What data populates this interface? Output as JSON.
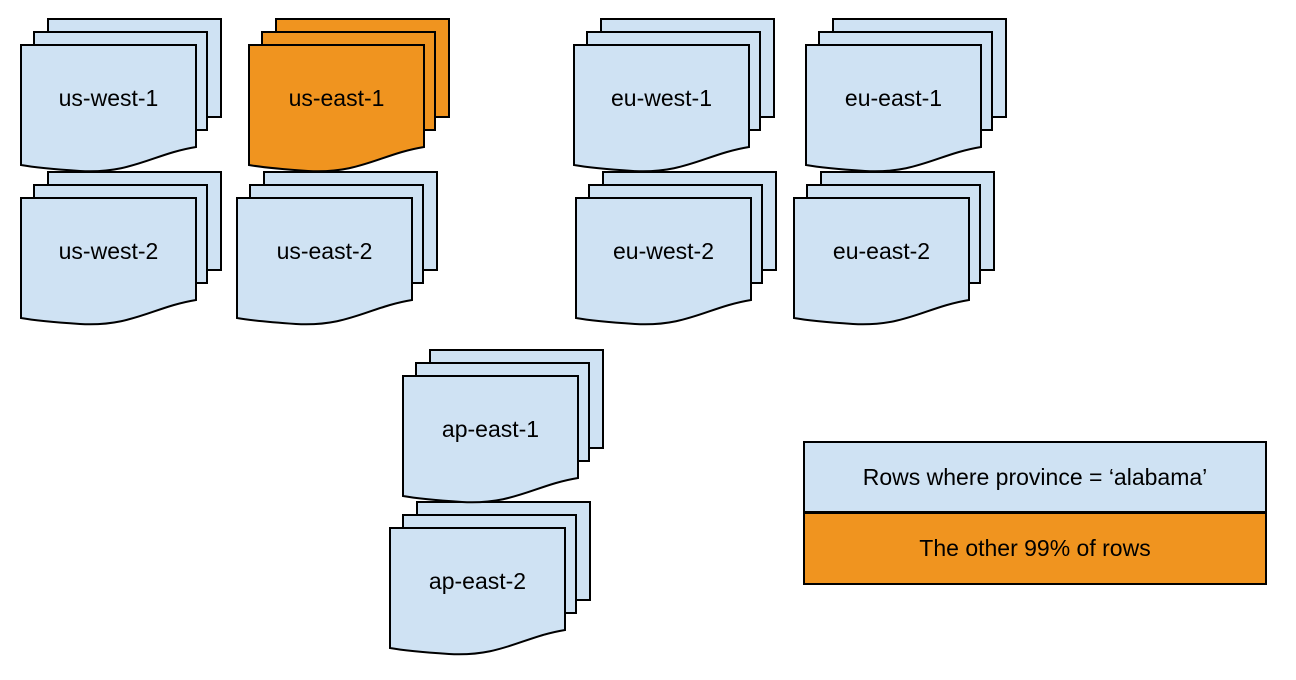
{
  "stacks": [
    {
      "label": "us-west-1",
      "color": "#cfe2f3",
      "highlighted": false
    },
    {
      "label": "us-east-1",
      "color": "#f0941f",
      "highlighted": true
    },
    {
      "label": "eu-west-1",
      "color": "#cfe2f3",
      "highlighted": false
    },
    {
      "label": "eu-east-1",
      "color": "#cfe2f3",
      "highlighted": false
    },
    {
      "label": "us-west-2",
      "color": "#cfe2f3",
      "highlighted": false
    },
    {
      "label": "us-east-2",
      "color": "#cfe2f3",
      "highlighted": false
    },
    {
      "label": "eu-west-2",
      "color": "#cfe2f3",
      "highlighted": false
    },
    {
      "label": "eu-east-2",
      "color": "#cfe2f3",
      "highlighted": false
    },
    {
      "label": "ap-east-1",
      "color": "#cfe2f3",
      "highlighted": false
    },
    {
      "label": "ap-east-2",
      "color": "#cfe2f3",
      "highlighted": false
    }
  ],
  "legend": {
    "items": [
      {
        "label": "Rows where province = ‘alabama’",
        "color": "#cfe2f3"
      },
      {
        "label": "The other 99% of rows",
        "color": "#f0941f"
      }
    ]
  },
  "colors": {
    "region_default": "#cfe2f3",
    "region_highlight": "#f0941f",
    "stroke": "#000000",
    "background": "#ffffff"
  }
}
